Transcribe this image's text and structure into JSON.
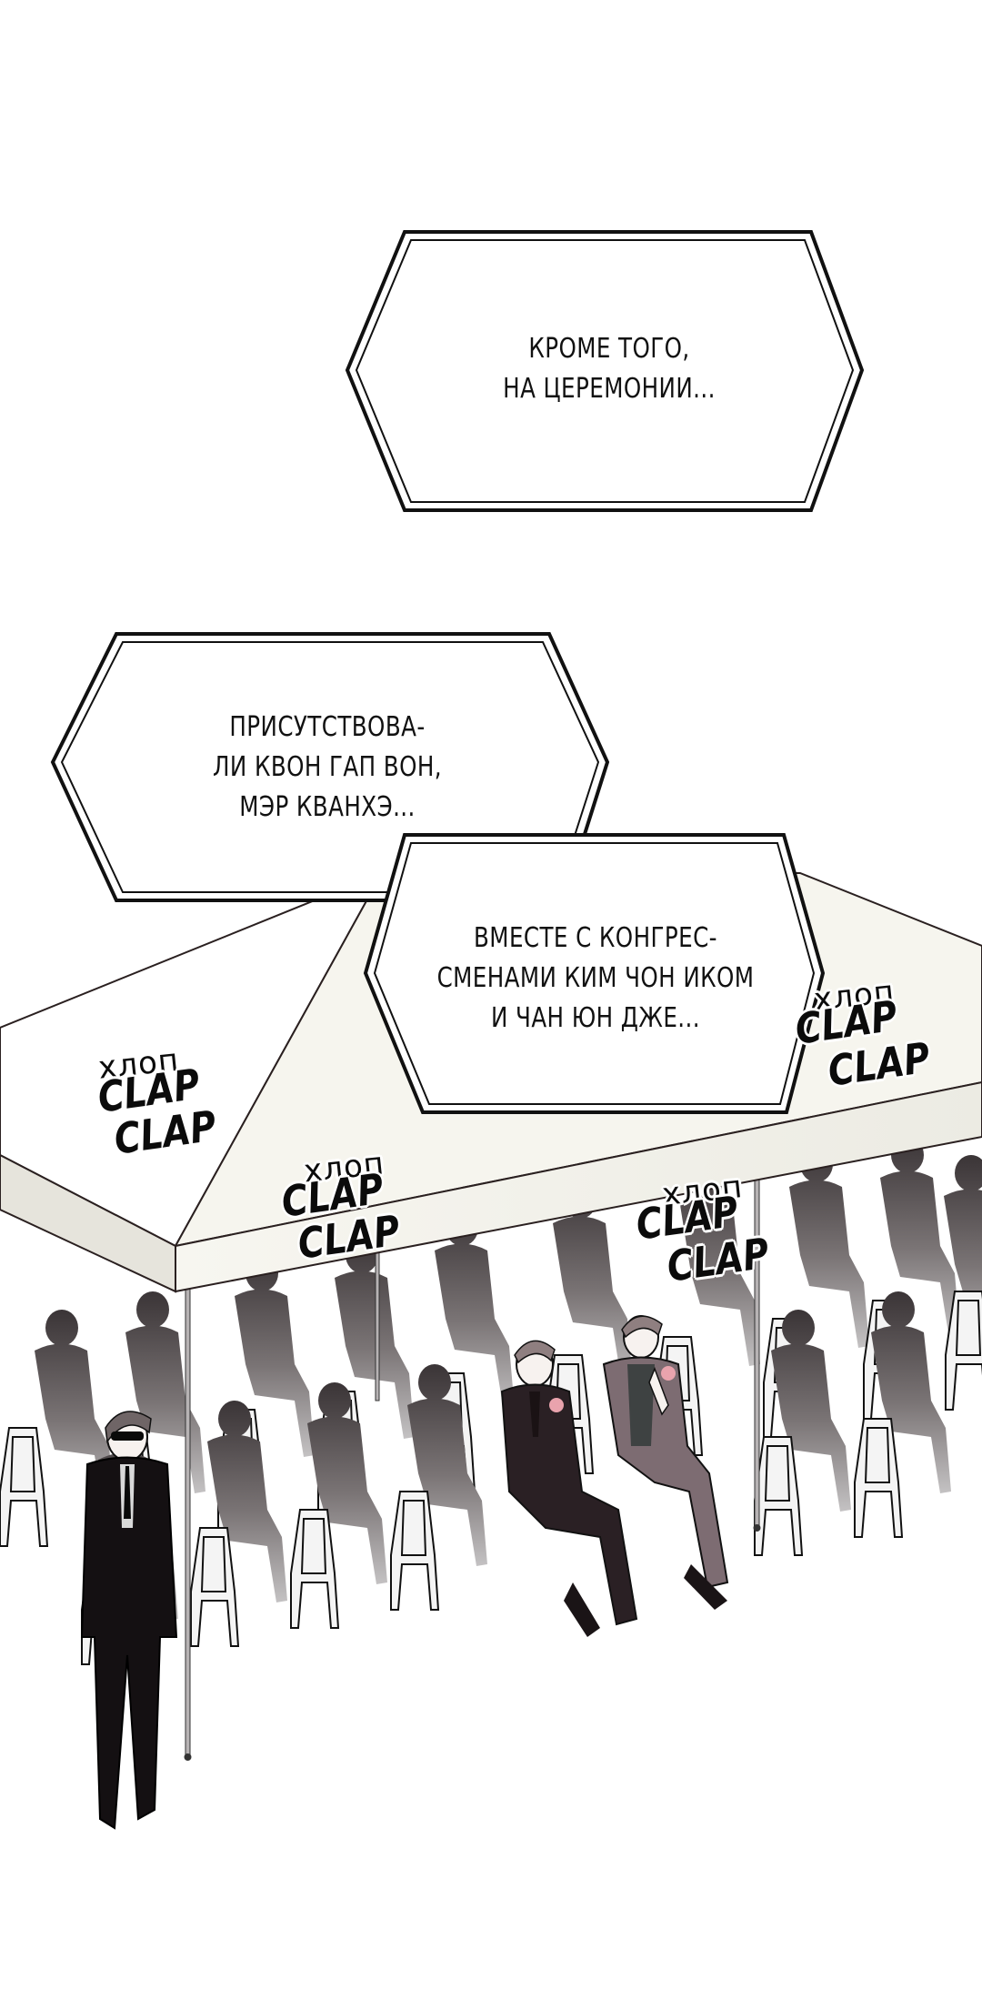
{
  "comic": {
    "captions": [
      {
        "id": "caption-1",
        "lines": [
          "КРОМЕ ТОГО,",
          "НА ЦЕРЕМОНИИ..."
        ]
      },
      {
        "id": "caption-2",
        "lines": [
          "ПРИСУТСТВОВА-",
          "ЛИ КВОН ГАП ВОН,",
          "МЭР КВАНХЭ..."
        ]
      },
      {
        "id": "caption-3",
        "lines": [
          "ВМЕСТЕ С КОНГРЕС-",
          "СМЕНАМИ КИМ ЧОН ИКОМ",
          "И ЧАН ЮН ДЖЕ..."
        ]
      }
    ],
    "sound_effects": [
      {
        "id": "sfx-1",
        "ru": "хлоп",
        "en1": "CLAP",
        "en2": "CLAP"
      },
      {
        "id": "sfx-2",
        "ru": "хлоп",
        "en1": "CLAP",
        "en2": "CLAP"
      },
      {
        "id": "sfx-3",
        "ru": "хлоп",
        "en1": "CLAP",
        "en2": "CLAP"
      },
      {
        "id": "sfx-4",
        "ru": "хлоп",
        "en1": "CLAP",
        "en2": "CLAP"
      }
    ],
    "scene": {
      "description": "Ceremony under a white tent; rows of white plastic chairs with grey audience silhouettes; a bodyguard in black suit and sunglasses stands at left; two men in suits with boutonnieres sit in the middle, one clapping.",
      "colors": {
        "background": "#ffffff",
        "tent_roof": "#ffffff",
        "tent_side": "#f3f1ea",
        "tent_eave": "#e3e1d8",
        "silhouette_dark": "#3a3436",
        "silhouette_light": "#b9b7b8",
        "suit_dark": "#2a2024",
        "suit_grey": "#7d6c72",
        "boutonniere": "#e9a3ad",
        "hair": "#8f7f80"
      }
    }
  }
}
